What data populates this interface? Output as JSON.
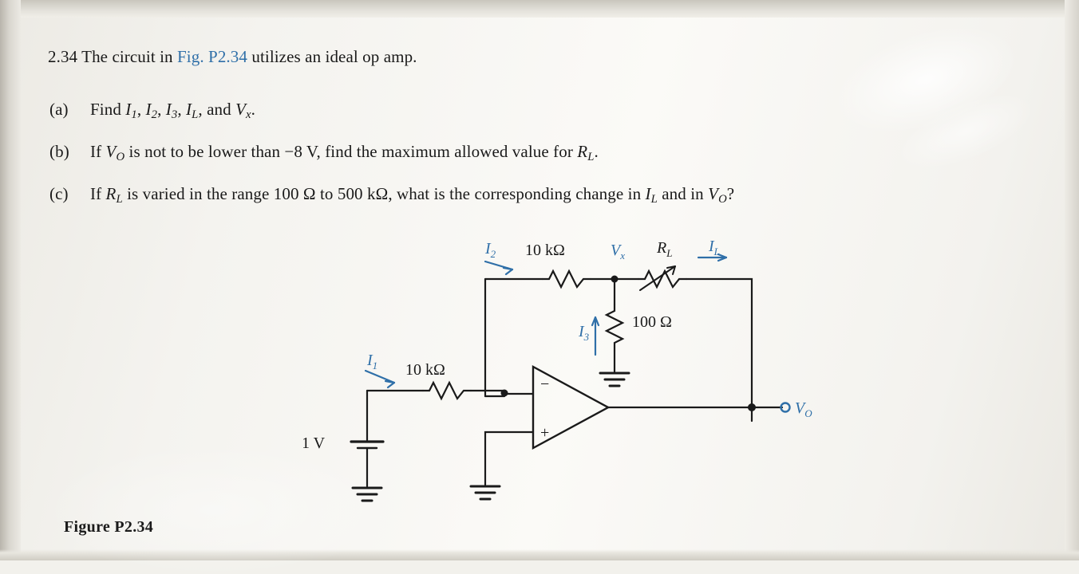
{
  "problem": {
    "number": "2.34",
    "intro_before": "The circuit in",
    "intro_ref": "Fig. P2.34",
    "intro_after": "utilizes an ideal op amp.",
    "parts": [
      {
        "label": "(a)",
        "text_parts": [
          "Find ",
          "I",
          "1",
          ", ",
          "I",
          "2",
          ", ",
          "I",
          "3",
          ", ",
          "I",
          "L",
          ", and ",
          "V",
          "x",
          "."
        ]
      },
      {
        "label": "(b)",
        "text": "If VO is not to be lower than −8 V, find the maximum allowed value for RL."
      },
      {
        "label": "(c)",
        "text": "If RL is varied in the range 100 Ω to 500 kΩ, what is the corresponding change in IL and in VO?"
      }
    ],
    "b_segments": {
      "s1": "If ",
      "v": "V",
      "v_sub": "O",
      "s2": " is not to be lower than −8 V, find the maximum allowed value for ",
      "r": "R",
      "r_sub": "L",
      "s3": "."
    },
    "c_segments": {
      "s1": "If ",
      "r": "R",
      "r_sub": "L",
      "s2": " is varied in the range 100 Ω to 500 kΩ, what is the corresponding change in ",
      "i": "I",
      "i_sub": "L",
      "s3": " and in ",
      "v": "V",
      "v_sub": "O",
      "s4": "?"
    }
  },
  "figure": {
    "caption": "Figure P2.34",
    "labels": {
      "i2": "I",
      "i2_sub": "2",
      "r_top": "10 kΩ",
      "vx": "V",
      "vx_sub": "x",
      "rl": "R",
      "rl_sub": "L",
      "il": "I",
      "il_sub": "L",
      "i3": "I",
      "i3_sub": "3",
      "r_shunt": "100 Ω",
      "i1": "I",
      "i1_sub": "1",
      "r_in": "10 kΩ",
      "source": "1 V",
      "vo": "V",
      "vo_sub": "O",
      "opamp_minus": "−",
      "opamp_plus": "+"
    }
  },
  "colors": {
    "ink": "#1a1a1a",
    "blue_ink": "#2f6fa8",
    "paper": "#f4f3ef"
  }
}
